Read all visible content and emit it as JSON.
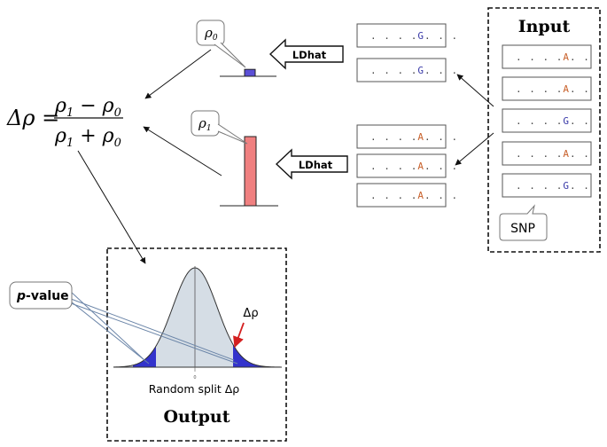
{
  "input": {
    "title": "Input",
    "sequences": [
      {
        "pre": ". . . .",
        "allele": "A",
        "post": ". . ."
      },
      {
        "pre": ". . . .",
        "allele": "A",
        "post": ". . ."
      },
      {
        "pre": ". . . .",
        "allele": "G",
        "post": ". . ."
      },
      {
        "pre": ". . . .",
        "allele": "A",
        "post": ". . ."
      },
      {
        "pre": ". . . .",
        "allele": "G",
        "post": ". . ."
      }
    ],
    "snp_label": "SNP"
  },
  "group_g": [
    {
      "pre": ". . . .",
      "allele": "G",
      "post": ". . ."
    },
    {
      "pre": ". . . .",
      "allele": "G",
      "post": ". . ."
    }
  ],
  "group_a": [
    {
      "pre": ". . . .",
      "allele": "A",
      "post": ". . ."
    },
    {
      "pre": ". . . .",
      "allele": "A",
      "post": ". . ."
    },
    {
      "pre": ". . . .",
      "allele": "A",
      "post": ". . ."
    }
  ],
  "ldhat_label": "LDhat",
  "rho": {
    "rho0": {
      "symbol": "ρ",
      "sub": "0",
      "value": 0.1,
      "color": "#5b4fd6"
    },
    "rho1": {
      "symbol": "ρ",
      "sub": "1",
      "value": 1.0,
      "color": "#f08080"
    }
  },
  "formula": {
    "lhs": "Δρ =",
    "num_a": "ρ",
    "num_a_sub": "1",
    "num_op": " − ",
    "num_b": "ρ",
    "num_b_sub": "0",
    "den_a": "ρ",
    "den_a_sub": "1",
    "den_op": " + ",
    "den_b": "ρ",
    "den_b_sub": "0"
  },
  "output": {
    "title": "Output",
    "pvalue_italic": "p",
    "pvalue_rest": "-value",
    "delta_label": "Δρ",
    "xaxis_label": "Random split Δρ",
    "tick_label": "0"
  },
  "colors": {
    "allele_a": "#c8602a",
    "allele_g": "#3a3aa8",
    "curve_fill": "#d5dde5",
    "tail_fill": "#3333cc",
    "arrow_red": "#d42020"
  }
}
